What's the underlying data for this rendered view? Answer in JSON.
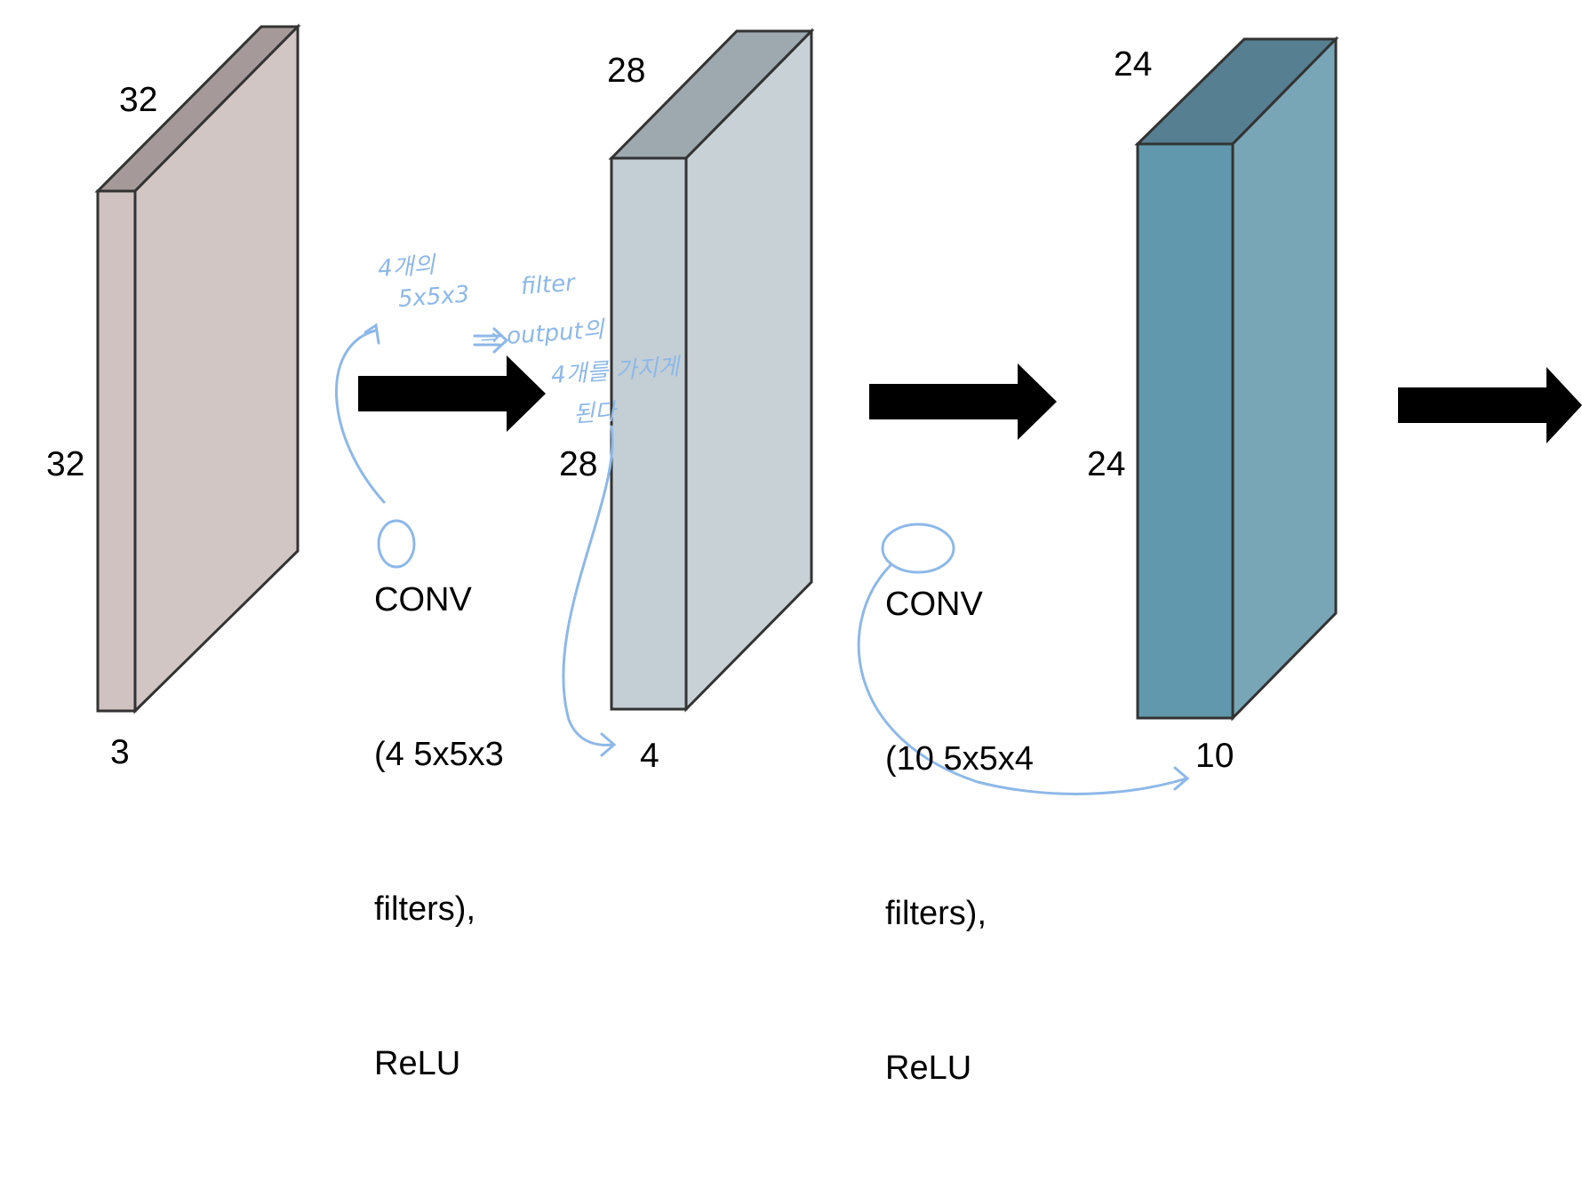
{
  "volumes": [
    {
      "width": "32",
      "height": "32",
      "depth": "3",
      "colors": {
        "front": "#cfc2c1",
        "top": "#a59a99",
        "side": "#d2c6c5"
      }
    },
    {
      "width": "28",
      "height": "28",
      "depth": "4",
      "colors": {
        "front": "#c4cfd5",
        "top": "#9ea9af",
        "side": "#c8d1d5"
      }
    },
    {
      "width": "24",
      "height": "24",
      "depth": "10",
      "colors": {
        "front": "#6198ad",
        "top": "#568092",
        "side": "#78a6b6"
      }
    }
  ],
  "operations": [
    {
      "line1": "CONV",
      "paren": "(",
      "count": "4",
      "rest": " 5x5x3",
      "line3": "filters),",
      "line4": "ReLU"
    },
    {
      "line1": "CONV",
      "paren": "(",
      "count": "10",
      "rest": " 5x5x4",
      "line3": "filters),",
      "line4": "ReLU"
    }
  ],
  "annotations": {
    "line1": "4개의",
    "line2": "5x5x3",
    "line3": "filter",
    "line4": "⇒ output의",
    "line5": "4개를 가지게",
    "line6": "된다",
    "color": "#8db8e8"
  }
}
